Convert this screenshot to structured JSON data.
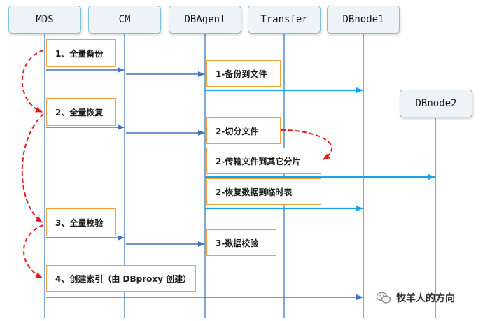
{
  "actors": [
    "MDS",
    "CM",
    "DBAgent",
    "Transfer",
    "DBnode1"
  ],
  "late_actor": "DBnode2",
  "notes": {
    "full_backup": "1、全量备份",
    "backup_to_file": "1-备份到文件",
    "full_restore": "2、全量恢复",
    "split_file": "2-切分文件",
    "transfer_file": "2-传输文件到其它分片",
    "restore_temp": "2-恢复数据到临时表",
    "full_verify": "3、全量校验",
    "data_verify": "3-数据校验",
    "create_index": "4、创建索引（由 DBproxy 创建）"
  },
  "watermark": "牧羊人的方向",
  "colors": {
    "lifeline": "#2e6fbf",
    "arrow_dark": "#4472c4",
    "arrow_cyan": "#1aa3e8",
    "arrow_red": "#e81818",
    "note_border": "#f5a23a",
    "actor_border": "#7ec3d9"
  }
}
